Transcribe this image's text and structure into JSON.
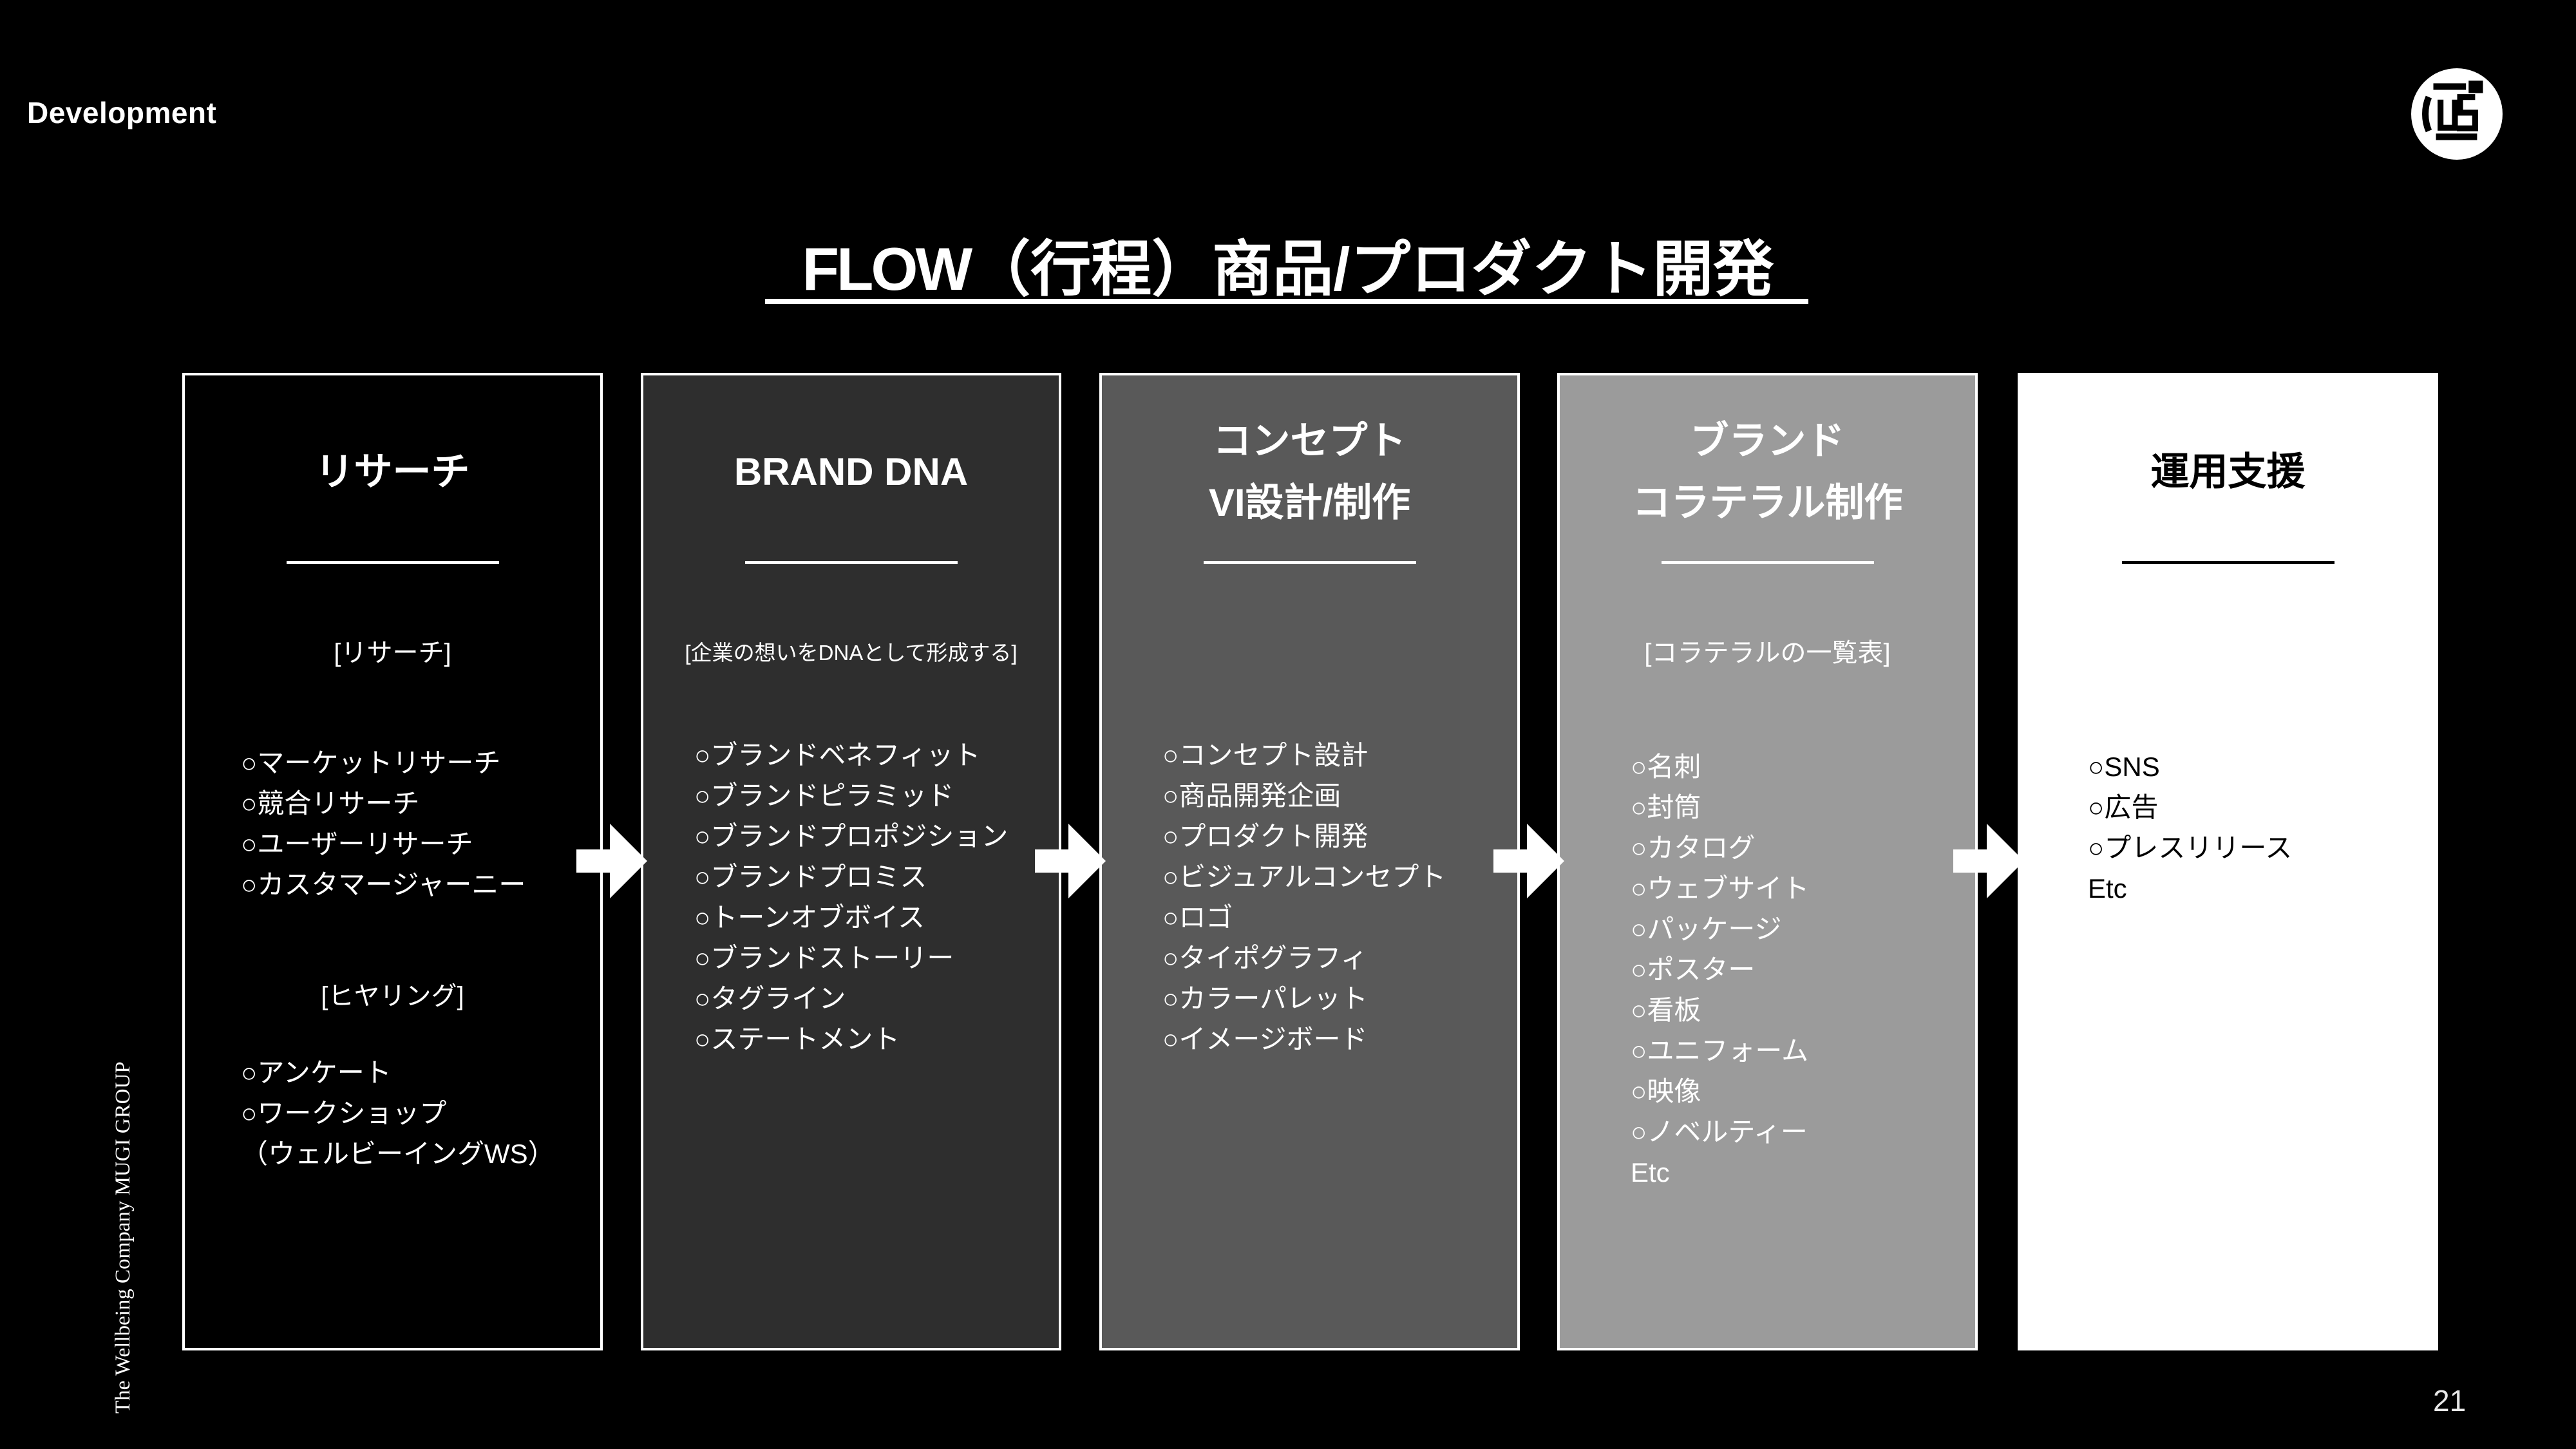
{
  "slide": {
    "eyebrow": "Development",
    "title_prefix": "FLOW",
    "title_suffix": "（行程）商品/プロダクト開発",
    "side_text": "The Wellbeing Company MUGI GROUP",
    "page_number": "21",
    "background_color": "#000000",
    "logo": "mugi-group-circle-mark"
  },
  "columns": [
    {
      "header_lines": [
        "リサーチ"
      ],
      "sub_label": "[リサーチ]",
      "items": [
        "○マーケットリサーチ",
        "○競合リサーチ",
        "○ユーザーリサーチ",
        "○カスタマージャーニー"
      ],
      "sub_label2": "[ヒヤリング]",
      "items2": [
        "○アンケート",
        "○ワークショップ",
        "（ウェルビーイングWS）"
      ],
      "colors": {
        "bg": "#000000",
        "fg": "#ffffff",
        "divider": "#ffffff"
      }
    },
    {
      "header_lines": [
        "BRAND DNA"
      ],
      "sub_label": "[企業の想いをDNAとして形成する]",
      "items": [
        "○ブランドベネフィット",
        "○ブランドピラミッド",
        "○ブランドプロポジション",
        "○ブランドプロミス",
        "○トーンオブボイス",
        "○ブランドストーリー",
        "○タグライン",
        "○ステートメント"
      ],
      "colors": {
        "bg": "#2e2e2e",
        "fg": "#ffffff",
        "divider": "#ffffff"
      }
    },
    {
      "header_lines": [
        "コンセプト",
        "VI設計/制作"
      ],
      "sub_label": "",
      "items": [
        "○コンセプト設計",
        "○商品開発企画",
        "○プロダクト開発",
        "○ビジュアルコンセプト",
        "○ロゴ",
        "○タイポグラフィ",
        "○カラーパレット",
        "○イメージボード"
      ],
      "colors": {
        "bg": "#595959",
        "fg": "#ffffff",
        "divider": "#ffffff"
      }
    },
    {
      "header_lines": [
        "ブランド",
        "コラテラル制作"
      ],
      "sub_label": "[コラテラルの一覧表]",
      "items": [
        "○名刺",
        "○封筒",
        "○カタログ",
        "○ウェブサイト",
        "○パッケージ",
        "○ポスター",
        "○看板",
        "○ユニフォーム",
        "○映像",
        "○ノベルティー",
        "Etc"
      ],
      "colors": {
        "bg": "#9b9b9b",
        "fg": "#ffffff",
        "divider": "#ffffff"
      }
    },
    {
      "header_lines": [
        "運用支援"
      ],
      "sub_label": "",
      "items": [
        "○SNS",
        "○広告",
        "○プレスリリース",
        "Etc"
      ],
      "colors": {
        "bg": "#ffffff",
        "fg": "#000000",
        "divider": "#000000"
      }
    }
  ]
}
